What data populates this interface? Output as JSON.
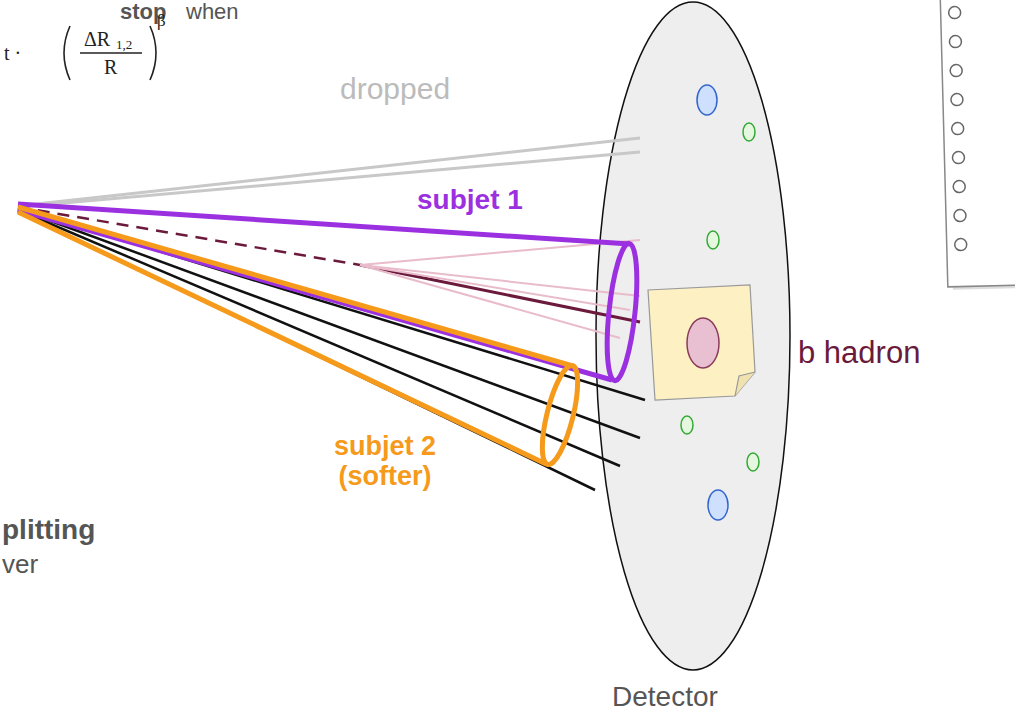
{
  "diagram": {
    "nodes": [
      {
        "text": [
          "Detector"
        ]
      }
    ],
    "labels": [
      "stop",
      "when",
      "t ·",
      "ΔR",
      "1,2",
      "R",
      "β",
      "dropped",
      "subjet 1",
      "subjet 2 (softer)",
      "b hadron",
      "plitting",
      "ver"
    ]
  }
}
